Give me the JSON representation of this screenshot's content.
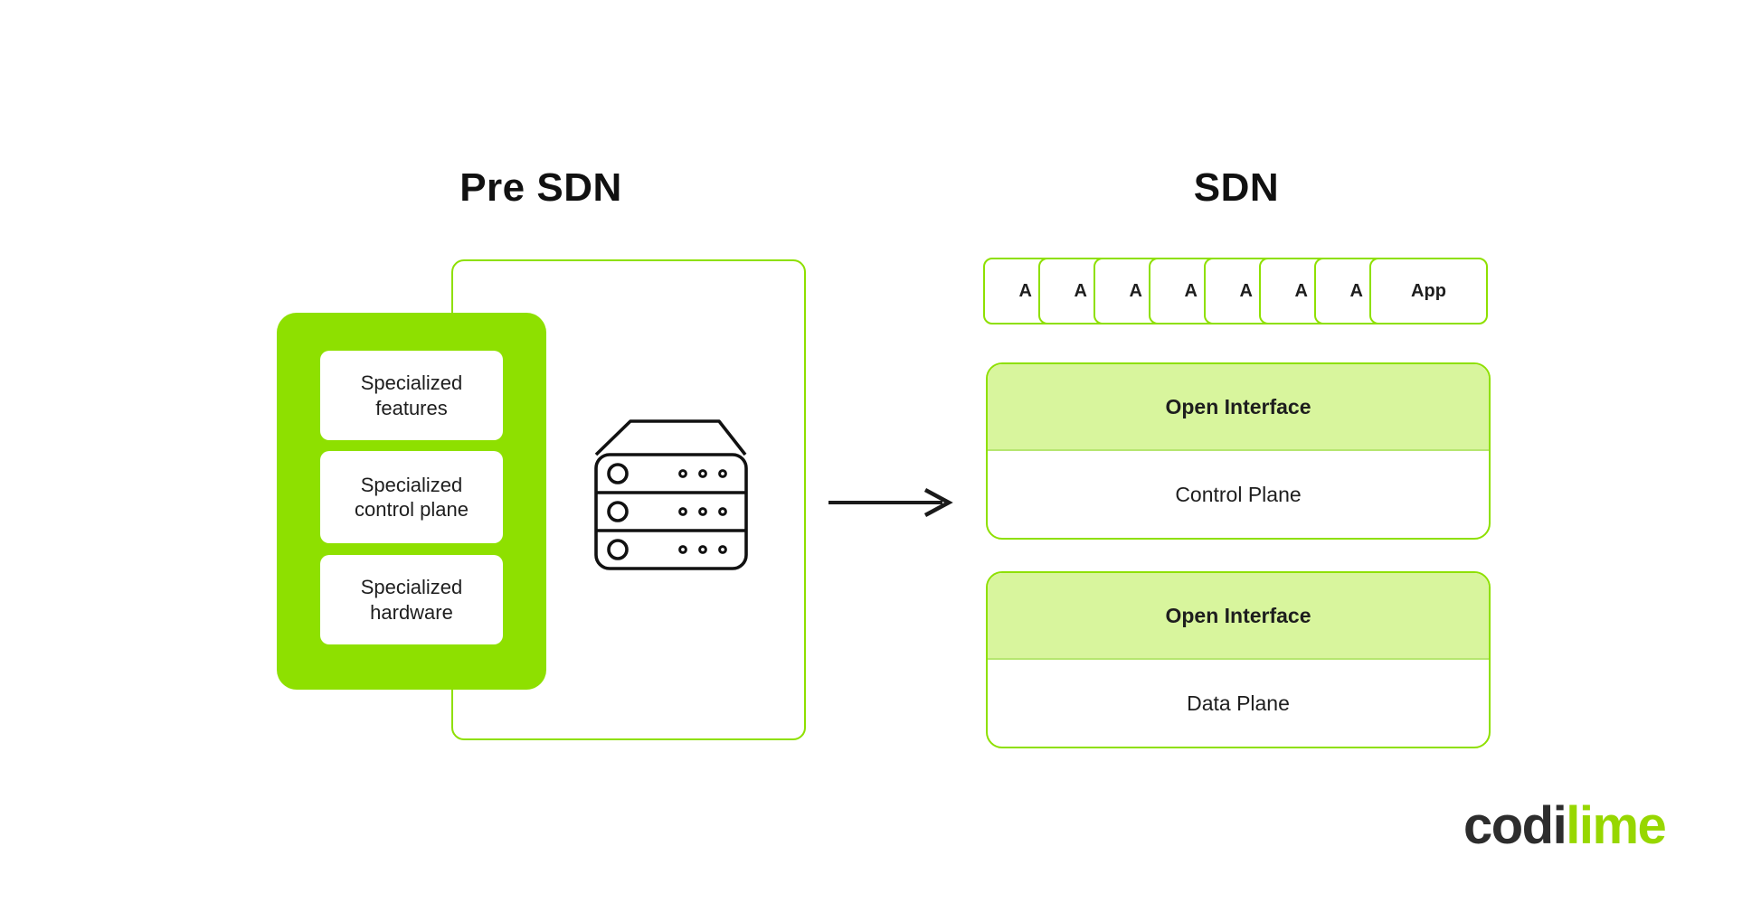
{
  "left_panel": {
    "title": "Pre SDN",
    "stack_items": [
      "Specialized features",
      "Specialized control plane",
      "Specialized hardware"
    ]
  },
  "right_panel": {
    "title": "SDN",
    "app_labels": [
      "A",
      "A",
      "A",
      "A",
      "A",
      "A",
      "A",
      "App"
    ],
    "layers": [
      {
        "header": "Open Interface",
        "plane": "Control Plane"
      },
      {
        "header": "Open Interface",
        "plane": "Data Plane"
      }
    ]
  },
  "icons": {
    "server": "server-icon",
    "arrow": "right-arrow-icon"
  },
  "logo": {
    "text_dark": "codi",
    "text_green": "lime"
  },
  "colors": {
    "accent_green": "#8ee000",
    "light_green_fill": "#d8f59d",
    "divider_green": "#b6e670",
    "text": "#1e1e1e",
    "logo_dark": "#2d2d2d",
    "logo_green": "#97d700"
  }
}
